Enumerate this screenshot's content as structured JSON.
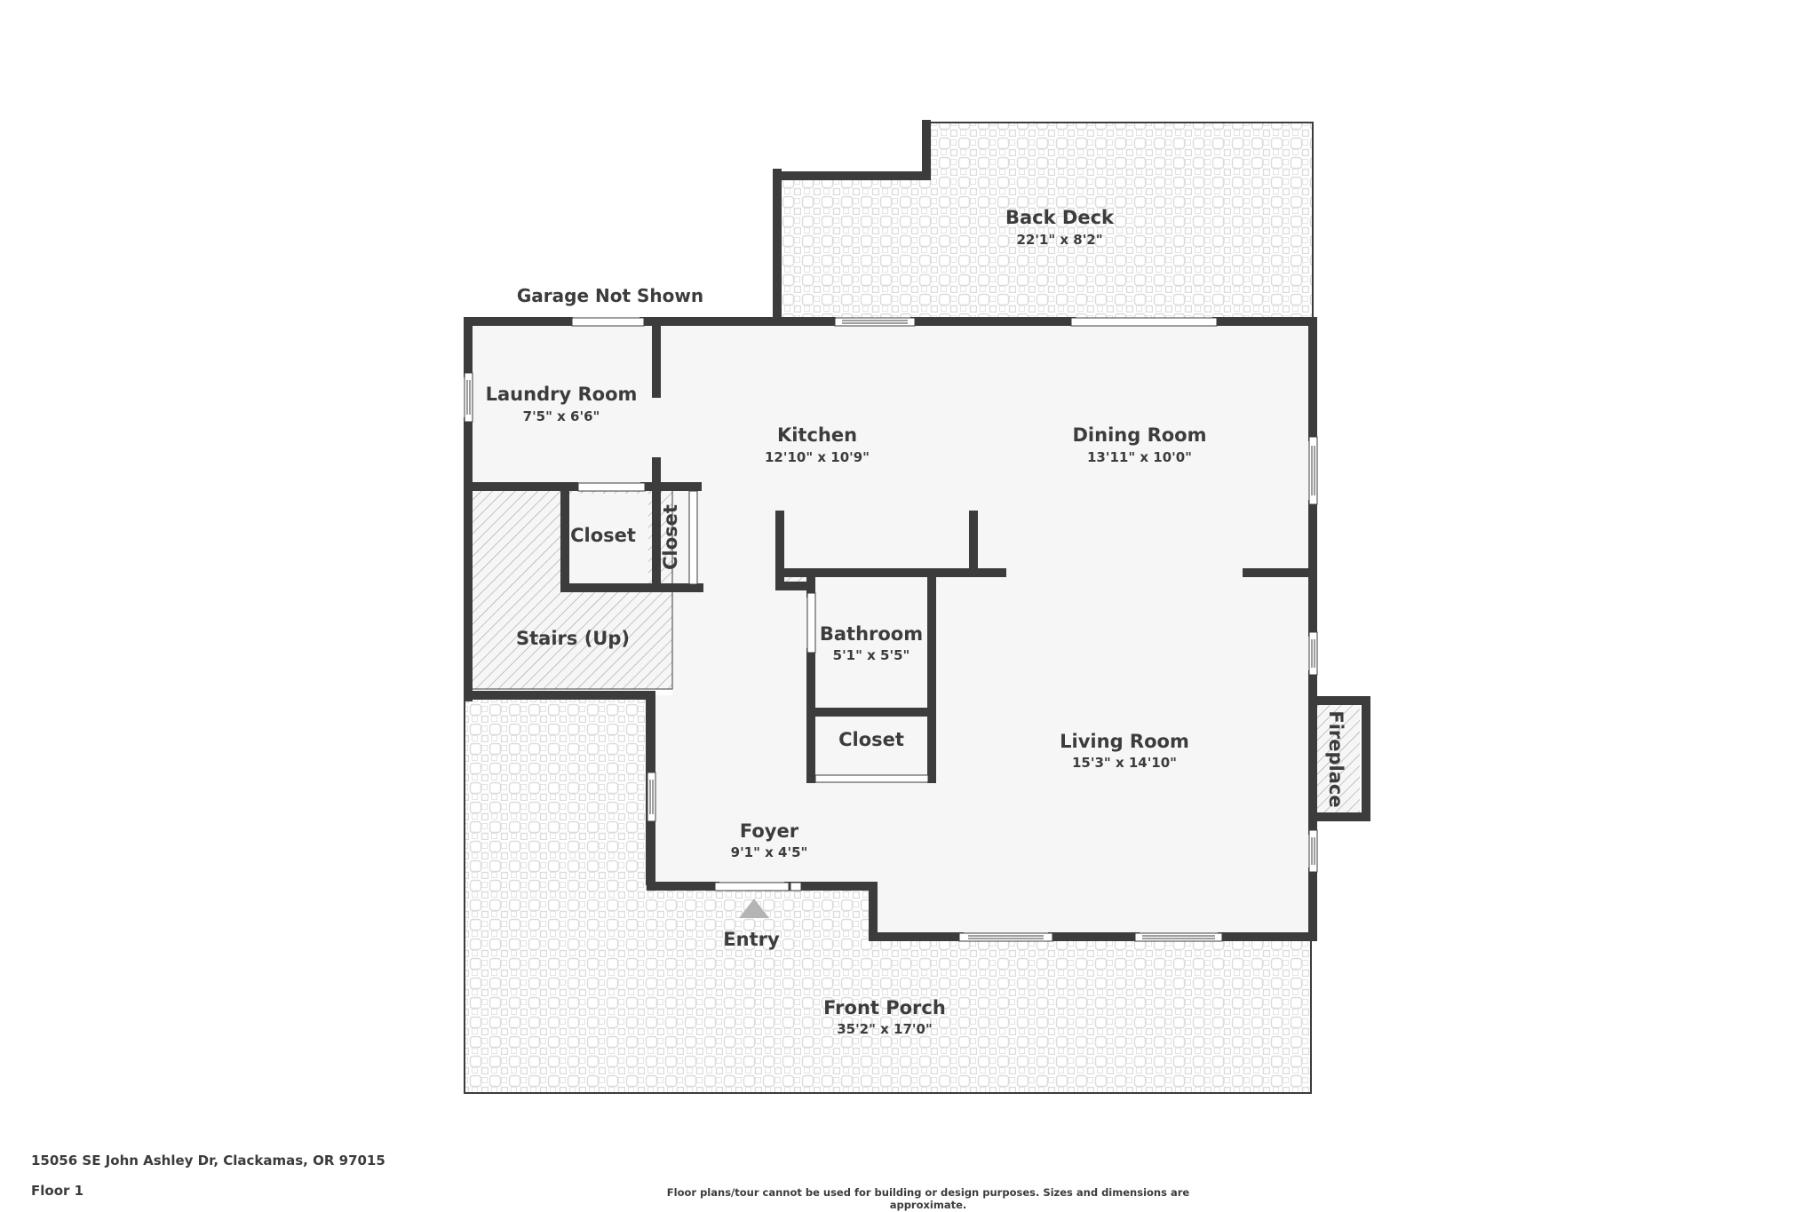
{
  "colors": {
    "wall": "#3c3c3c",
    "floor": "#f6f6f6",
    "tile_line": "#dcdcdc",
    "hatch": "#9a9a9a",
    "text": "#3c3c3c",
    "entry_marker": "#b4b4b4"
  },
  "plan": {
    "note_top": "Garage Not Shown",
    "rooms": {
      "back_deck": {
        "name": "Back Deck",
        "dims": "22'1\" x 8'2\""
      },
      "laundry": {
        "name": "Laundry Room",
        "dims": "7'5\" x 6'6\""
      },
      "kitchen": {
        "name": "Kitchen",
        "dims": "12'10\" x 10'9\""
      },
      "dining": {
        "name": "Dining Room",
        "dims": "13'11\" x 10'0\""
      },
      "closet_a": {
        "name": "Closet"
      },
      "closet_b": {
        "name": "Closet"
      },
      "stairs": {
        "name": "Stairs (Up)"
      },
      "bathroom": {
        "name": "Bathroom",
        "dims": "5'1\" x 5'5\""
      },
      "closet_c": {
        "name": "Closet"
      },
      "living": {
        "name": "Living Room",
        "dims": "15'3\" x 14'10\""
      },
      "fireplace": {
        "name": "Fireplace"
      },
      "foyer": {
        "name": "Foyer",
        "dims": "9'1\" x 4'5\""
      },
      "front_porch": {
        "name": "Front Porch",
        "dims": "35'2\" x 17'0\""
      }
    },
    "entry_label": "Entry"
  },
  "footer": {
    "address": "15056 SE John Ashley Dr, Clackamas, OR 97015",
    "floor": "Floor 1",
    "disclaimer": "Floor plans/tour cannot be used for building or design purposes. Sizes and dimensions are approximate."
  }
}
